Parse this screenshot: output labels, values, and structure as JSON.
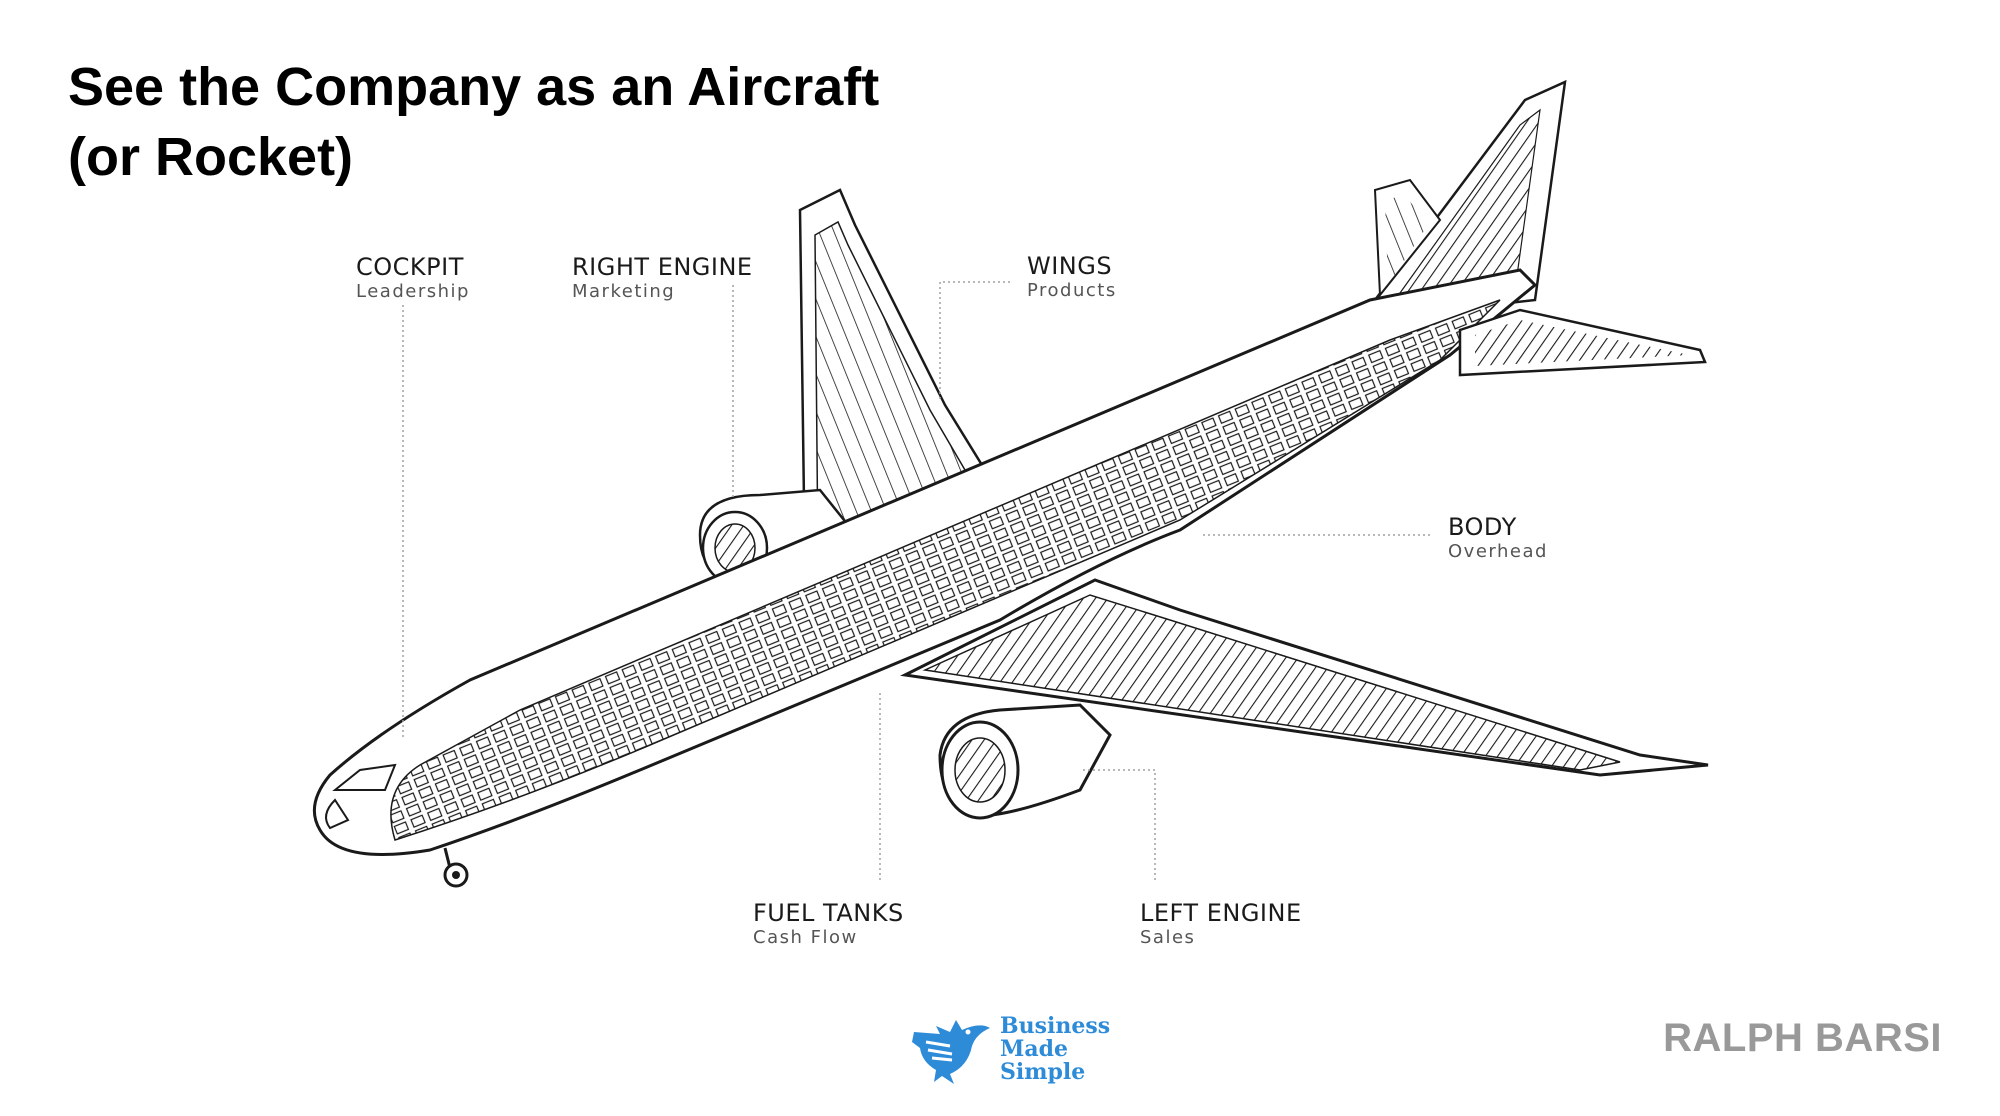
{
  "title": {
    "line1": "See the Company as an Aircraft",
    "line2": "(or Rocket)"
  },
  "callouts": {
    "cockpit": {
      "label": "COCKPIT",
      "meaning": "Leadership"
    },
    "right_engine": {
      "label": "RIGHT ENGINE",
      "meaning": "Marketing"
    },
    "wings": {
      "label": "WINGS",
      "meaning": "Products"
    },
    "body": {
      "label": "BODY",
      "meaning": "Overhead"
    },
    "fuel_tanks": {
      "label": "FUEL TANKS",
      "meaning": "Cash Flow"
    },
    "left_engine": {
      "label": "LEFT ENGINE",
      "meaning": "Sales"
    }
  },
  "logo": {
    "line1": "Business",
    "line2": "Made",
    "line3": "Simple",
    "color": "#2e8bd8",
    "icon": "bird-icon"
  },
  "author": "RALPH BARSI",
  "colors": {
    "line": "#1a1a1a",
    "leader": "#a0a0a0",
    "author": "#999999"
  }
}
